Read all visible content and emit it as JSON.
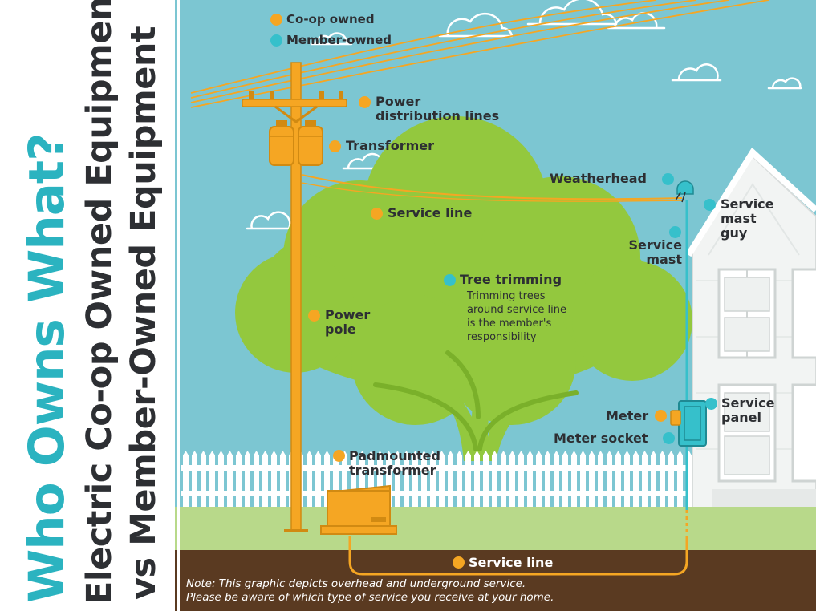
{
  "title": {
    "main": "Who Owns What?",
    "line1": "Electric Co-op Owned Equipment",
    "line2": "vs Member-Owned Equipment"
  },
  "legend": {
    "coop": "Co-op owned",
    "member": "Member-owned"
  },
  "labels": {
    "power_distribution_lines": [
      "Power",
      "distribution lines"
    ],
    "transformer": "Transformer",
    "weatherhead": "Weatherhead",
    "service_line_overhead": "Service line",
    "service_mast_guy": [
      "Service",
      "mast",
      "guy"
    ],
    "service_mast": [
      "Service",
      "mast"
    ],
    "tree_trimming": "Tree trimming",
    "tree_trimming_desc": [
      "Trimming trees",
      "around service line",
      "is the member's",
      "responsibility"
    ],
    "power_pole": [
      "Power",
      "pole"
    ],
    "meter": "Meter",
    "meter_socket": "Meter socket",
    "service_panel": [
      "Service",
      "panel"
    ],
    "padmounted_transformer": [
      "Padmounted",
      "transformer"
    ],
    "service_line_underground": "Service line"
  },
  "note": [
    "Note: This graphic depicts overhead and underground service.",
    "Please be aware of which type of service you receive at your home."
  ],
  "colors": {
    "sky": "#7cc6d2",
    "tree": "#93c83e",
    "grass": "#b8d98a",
    "soil": "#5a3a21",
    "coop": "#f5a623",
    "member": "#36c0cb",
    "title_teal": "#2bb3c0",
    "text_dark": "#2d2f33"
  }
}
